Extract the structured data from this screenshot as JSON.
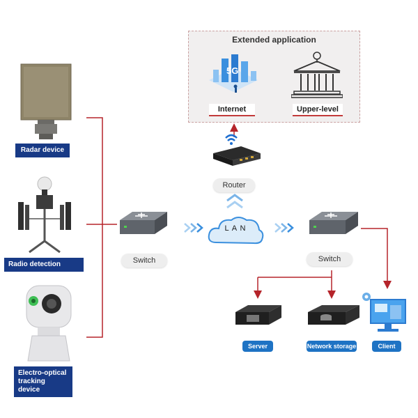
{
  "devices": {
    "radar": "Radar device",
    "radio": "Radio detection",
    "eo_line1": "Electro-optical",
    "eo_line2": "tracking device"
  },
  "network": {
    "switch_left": "Switch",
    "switch_right": "Switch",
    "lan": "L A N",
    "router": "Router"
  },
  "extended": {
    "title": "Extended application",
    "internet": "Internet",
    "upper_level": "Upper-level"
  },
  "endpoints": {
    "server": "Server",
    "storage": "Network storage",
    "client": "Client"
  },
  "colors": {
    "connector": "#b5242a",
    "label_bg": "#183a86",
    "pill_blue": "#1e73c4"
  }
}
